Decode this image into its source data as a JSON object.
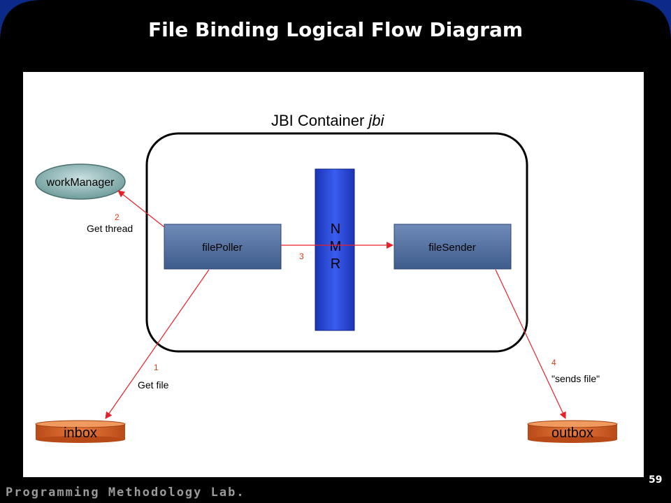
{
  "slide": {
    "title": "File Binding Logical Flow Diagram",
    "footer": "Programming Methodology Lab.",
    "page_number": "59"
  },
  "diagram": {
    "container_label": "JBI Container",
    "container_label_italic": "jbi",
    "nmr_letters": [
      "N",
      "M",
      "R"
    ],
    "nodes": {
      "work_manager": "workManager",
      "file_poller": "filePoller",
      "file_sender": "fileSender",
      "inbox": "inbox",
      "outbox": "outbox"
    },
    "edges": {
      "e1": {
        "step": "1",
        "label": "Get file"
      },
      "e2": {
        "step": "2",
        "label": "Get thread"
      },
      "e3": {
        "step": "3"
      },
      "e4": {
        "step": "4",
        "label": "\"sends file\""
      }
    }
  },
  "colors": {
    "background_frame": "#0b2a8a",
    "box_blue": "#4a6a9a",
    "nmr_blue": "#1f3fcf",
    "cylinder_orange": "#d35a1e",
    "arrow_red": "#e8202a"
  }
}
